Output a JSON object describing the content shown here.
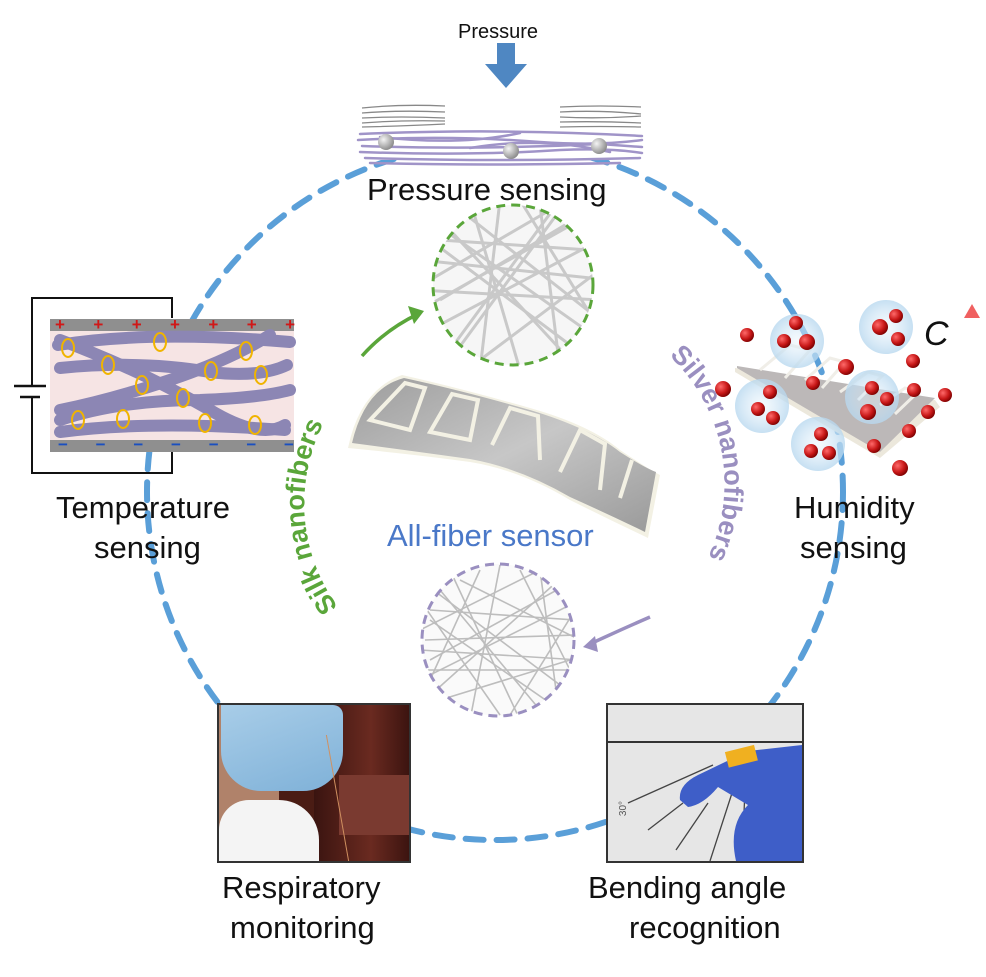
{
  "title": "All-fiber sensor applications",
  "colors": {
    "ring": "#5a9fd8",
    "silk": "#5aa63a",
    "silver": "#9a8fc0",
    "center_title": "#4a78c8",
    "pressure_arrow": "#4f87c2"
  },
  "pressure": {
    "arrow_label": "Pressure",
    "caption": "Pressure sensing"
  },
  "temperature": {
    "caption_line1": "Temperature",
    "caption_line2": "sensing",
    "top_electrode_sign": "+",
    "bottom_electrode_sign": "−"
  },
  "humidity": {
    "caption_line1": "Humidity",
    "caption_line2": "sensing",
    "concentration_symbol": "C"
  },
  "center": {
    "title": "All-fiber sensor",
    "silk_label": "Silk nanofibers",
    "silver_label": "Silver nanofibers"
  },
  "respiratory": {
    "caption_line1": "Respiratory",
    "caption_line2": "monitoring"
  },
  "bending": {
    "caption_line1": "Bending angle",
    "caption_line2": "recognition",
    "angle_mark": "30°"
  }
}
